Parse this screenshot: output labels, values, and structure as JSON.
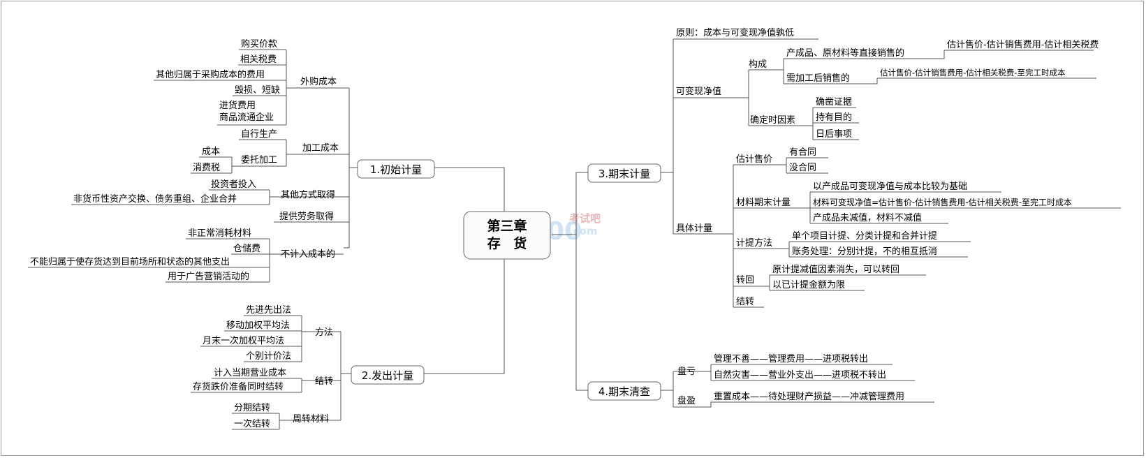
{
  "center": {
    "line1": "第三章",
    "line2": "存 货"
  },
  "watermark": {
    "number": "500",
    "cn": "考试吧",
    "domain": ".com"
  },
  "branches": {
    "initial": {
      "label": "1.初始计量",
      "purchase": {
        "label": "外购成本",
        "items": [
          "购买价款",
          "相关税费",
          "其他归属于采购成本的费用",
          "毁损、短缺"
        ],
        "multi": [
          "进货费用",
          "商品流通企业"
        ]
      },
      "processing": {
        "label": "加工成本",
        "self": "自行生产",
        "entrust": "委托加工",
        "entrust_items": [
          "成本",
          "消费税"
        ]
      },
      "other": {
        "label": "其他方式取得",
        "items": [
          "投资者投入",
          "非货币性资产交换、债务重组、企业合并"
        ]
      },
      "service": {
        "label": "提供劳务取得"
      },
      "excluded": {
        "label": "不计入成本的",
        "items": [
          "非正常消耗材料",
          "仓储费",
          "不能归属于使存货达到目前场所和状态的其他支出",
          "用于广告营销活动的"
        ]
      }
    },
    "issue": {
      "label": "2.发出计量",
      "method": {
        "label": "方法",
        "items": [
          "先进先出法",
          "移动加权平均法",
          "月末一次加权平均法",
          "个别计价法"
        ]
      },
      "transfer": {
        "label": "结转",
        "items": [
          "计入当期营业成本",
          "存货跌价准备同时结转"
        ]
      },
      "turnover": {
        "label": "周转材料",
        "items": [
          "分期结转",
          "一次结转"
        ]
      }
    },
    "period_end": {
      "label": "3.期末计量",
      "principle": "原则：成本与可变现净值孰低",
      "nrv": {
        "label": "可变现净值",
        "composition": {
          "label": "构成",
          "direct": "产成品、原材料等直接销售的",
          "direct_formula": "估计售价-估计销售费用-估计相关税费",
          "process": "需加工后销售的",
          "process_formula": "估计售价-估计销售费用-估计相关税费-至完工时成本"
        },
        "factors": {
          "label": "确定时因素",
          "items": [
            "确凿证据",
            "持有目的",
            "日后事项"
          ]
        }
      },
      "specific": {
        "label": "具体计量",
        "price": {
          "label": "估计售价",
          "items": [
            "有合同",
            "没合同"
          ]
        },
        "material": {
          "label": "材料期末计量",
          "items": [
            "以产成品可变现净值与成本比较为基础",
            "材料可变现净值=估计售价-估计销售费用-估计相关税费-至完工时成本",
            "产成品未减值，材料不减值"
          ]
        },
        "method": {
          "label": "计提方法",
          "items": [
            "单个项目计提、分类计提和合并计提",
            "账务处理：分别计提，不的相互抵消"
          ]
        },
        "reversal": {
          "label": "转回",
          "items": [
            "原计提减值因素消失，可以转回",
            "以已计提金额为限"
          ]
        },
        "carry": {
          "label": "结转"
        }
      }
    },
    "check": {
      "label": "4.期末清查",
      "loss": {
        "label": "盘亏",
        "items": [
          "管理不善——管理费用——进项税转出",
          "自然灾害——营业外支出——进项税不转出"
        ]
      },
      "gain": {
        "label": "盘盈",
        "items": [
          "重置成本——待处理财产损益——冲减管理费用"
        ]
      }
    }
  }
}
